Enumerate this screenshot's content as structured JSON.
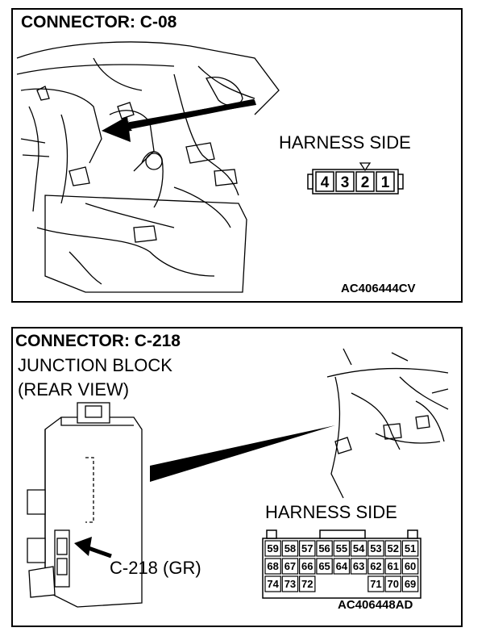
{
  "connector1": {
    "title": "CONNECTOR: C-08",
    "harness_label": "HARNESS SIDE",
    "pins": [
      "4",
      "3",
      "2",
      "1"
    ],
    "figure_code": "AC406444CV"
  },
  "connector2": {
    "title": "CONNECTOR: C-218",
    "subtitle_line1": "JUNCTION BLOCK",
    "subtitle_line2": "(REAR VIEW)",
    "harness_label": "HARNESS SIDE",
    "callout": "C-218 (GR)",
    "pin_rows": [
      [
        "59",
        "58",
        "57",
        "56",
        "55",
        "54",
        "53",
        "52",
        "51"
      ],
      [
        "68",
        "67",
        "66",
        "65",
        "64",
        "63",
        "62",
        "61",
        "60"
      ],
      [
        "74",
        "73",
        "72",
        "",
        "",
        "",
        "71",
        "70",
        "69"
      ]
    ],
    "figure_code": "AC406448AD"
  }
}
